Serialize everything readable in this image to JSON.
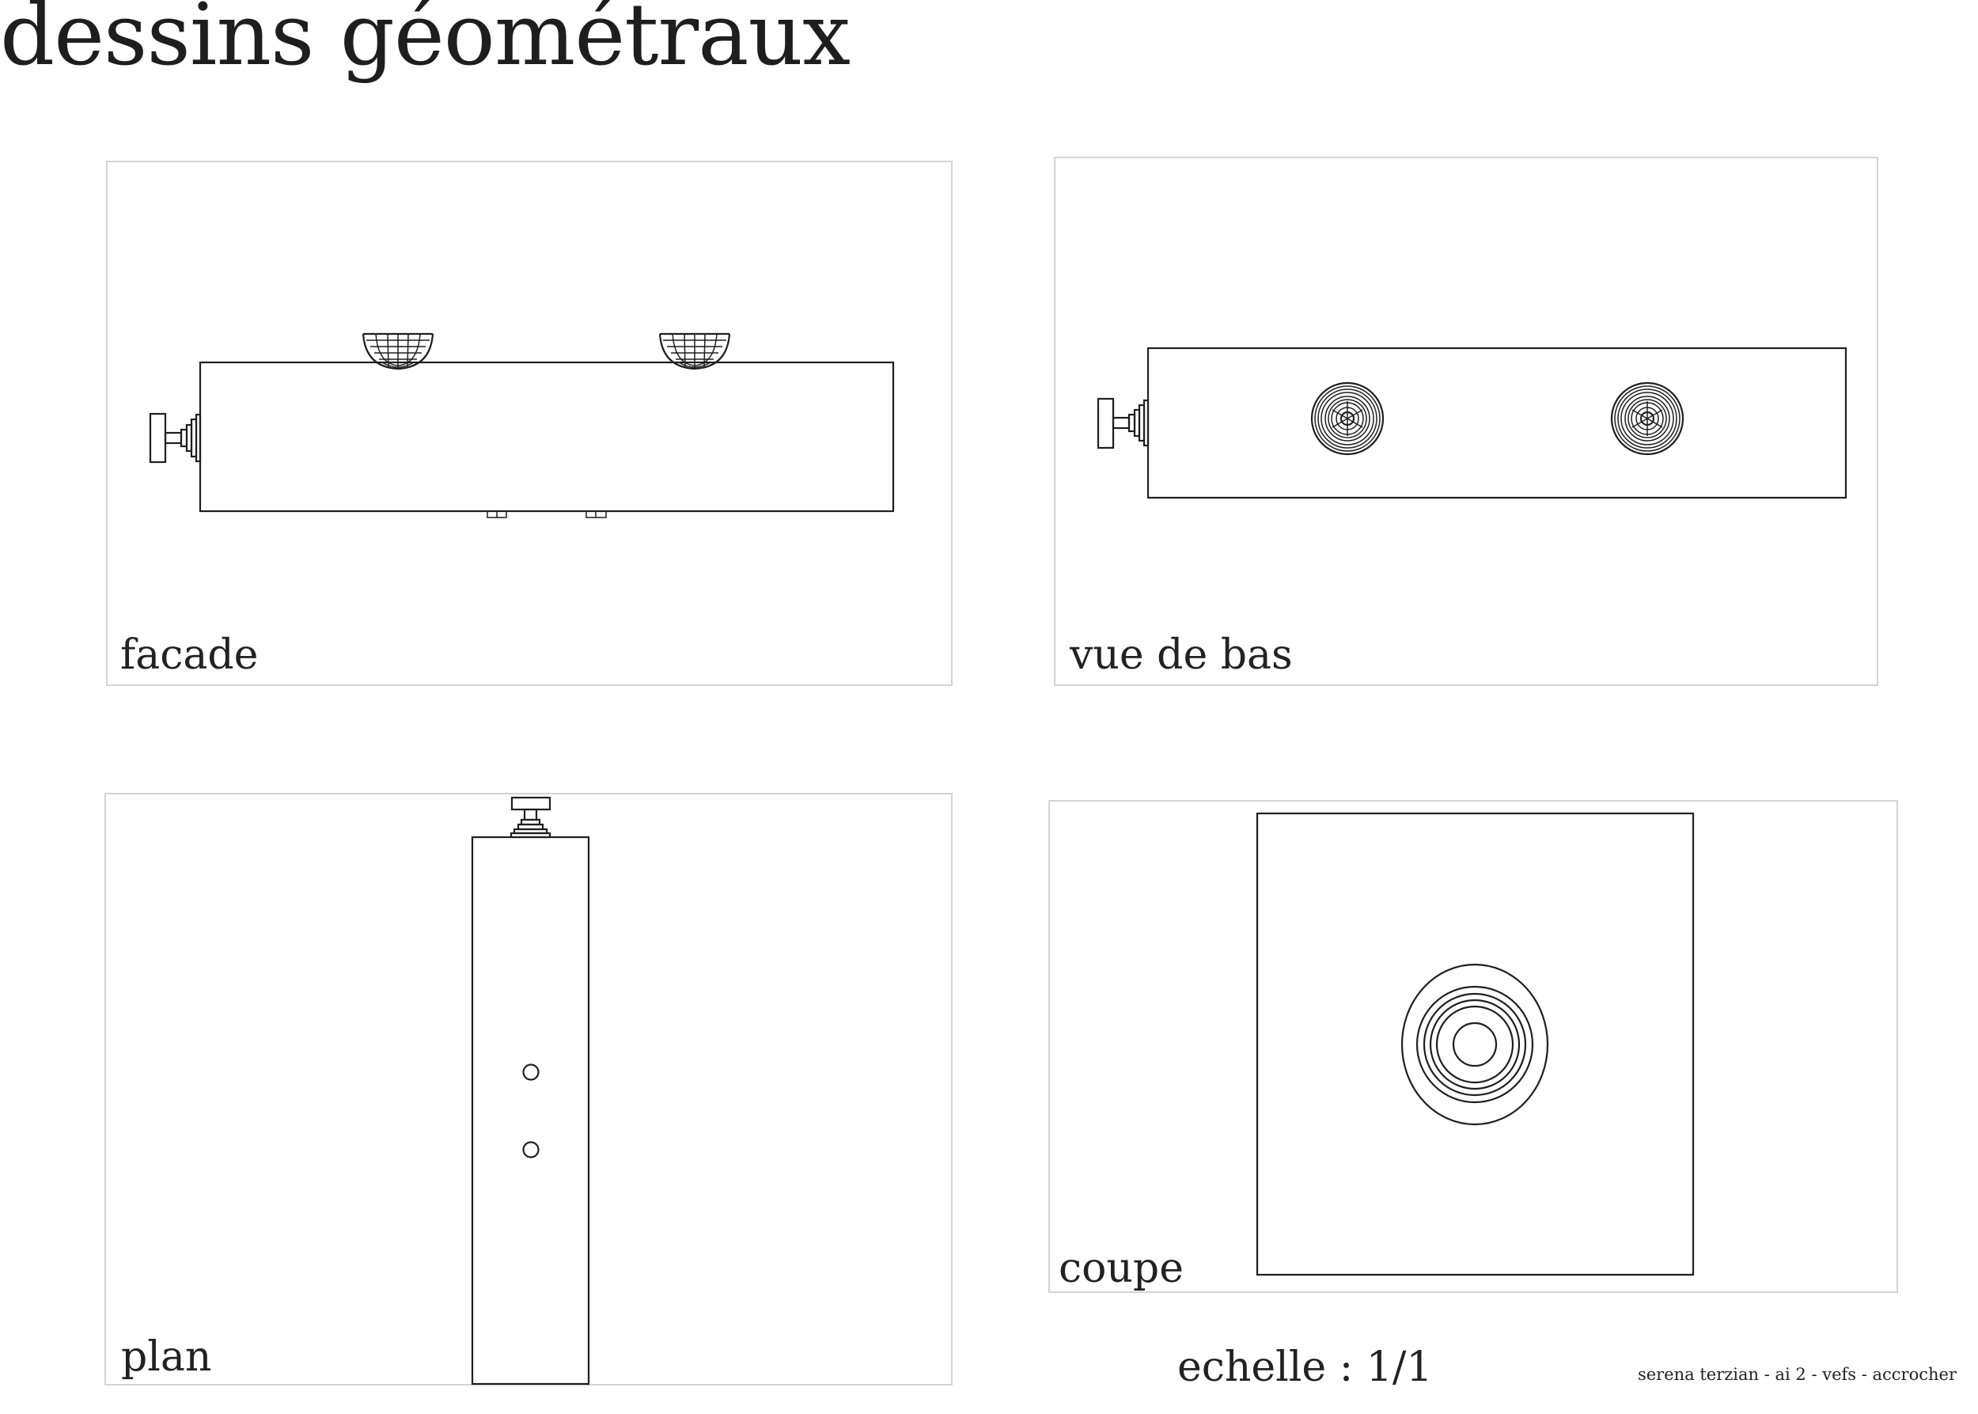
{
  "title": "dessins géométraux",
  "views": {
    "facade": {
      "label": "facade"
    },
    "bottom": {
      "label": "vue de bas"
    },
    "plan": {
      "label": "plan"
    },
    "section": {
      "label": "coupe"
    }
  },
  "scale_text": "echelle : 1/1",
  "credit": "serena terzian - ai 2 - vefs - accrocher",
  "colors": {
    "line": "#1f1f1f",
    "frame": "#d4d4d4",
    "text": "#222222"
  }
}
